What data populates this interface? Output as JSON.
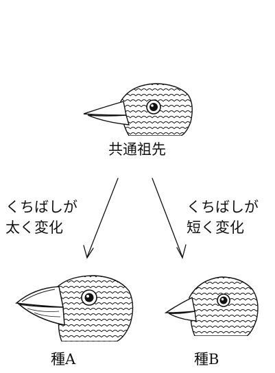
{
  "diagram": {
    "ancestor_label": "共通祖先",
    "left_note": [
      "くちばしが",
      "太く変化"
    ],
    "right_note": [
      "くちばしが",
      "短く変化"
    ],
    "species_a_label": "種A",
    "species_b_label": "種B"
  },
  "icons": {
    "ancestor": "finch-head-icon",
    "species_a": "thick-beak-finch-icon",
    "species_b": "short-beak-finch-icon"
  },
  "colors": {
    "ink": "#111111",
    "background": "#ffffff"
  }
}
